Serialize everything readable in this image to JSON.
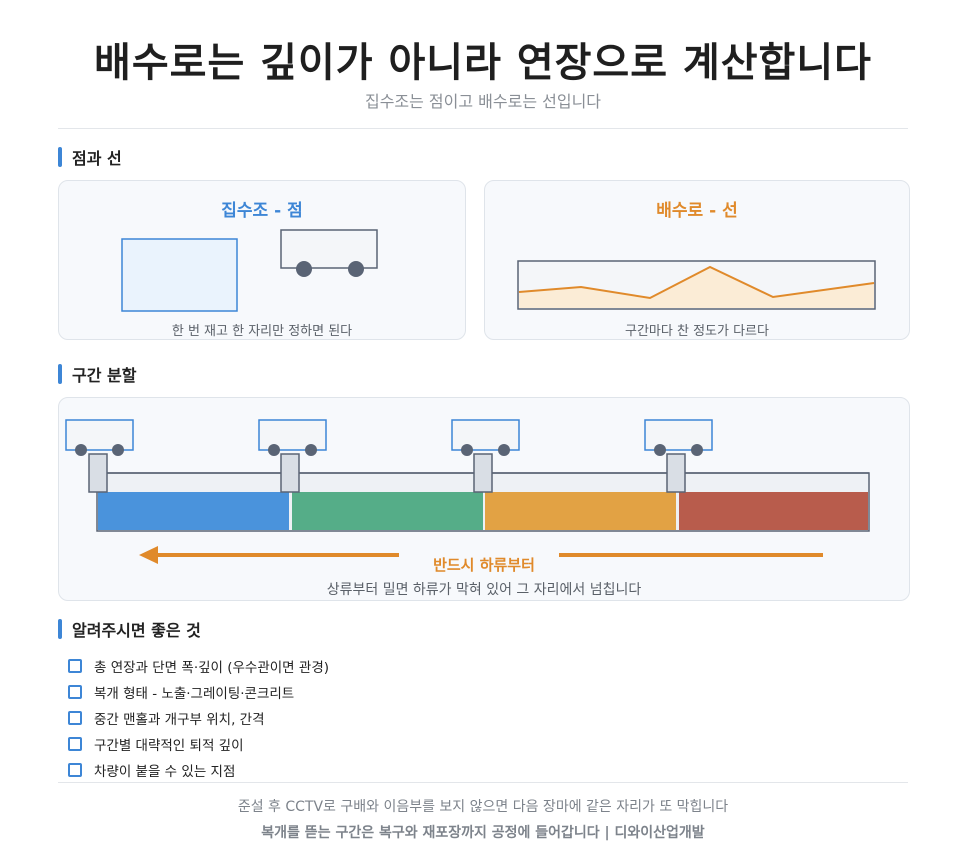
{
  "header": {
    "title": "배수로는 깊이가 아니라 연장으로 계산합니다",
    "subtitle": "집수조는 점이고 배수로는 선입니다"
  },
  "section_point_line": {
    "heading": "점과 선",
    "left_card": {
      "title": "집수조 - 점",
      "caption": "한 번 재고 한 자리만 정하면 된다",
      "title_color": "#3d86d6"
    },
    "right_card": {
      "title": "배수로 - 선",
      "caption": "구간마다 찬 정도가 다르다",
      "title_color": "#e08a2b"
    }
  },
  "section_segments": {
    "heading": "구간 분할",
    "segment_colors": [
      "#4a93dc",
      "#55ad88",
      "#e2a244",
      "#b85c4c"
    ],
    "arrow_label": "반드시 하류부터",
    "arrow_color": "#e08a2b",
    "caption": "상류부터 밀면 하류가 막혀 있어 그 자리에서 넘칩니다"
  },
  "section_checklist": {
    "heading": "알려주시면 좋은 것",
    "items": [
      "총 연장과 단면 폭·깊이 (우수관이면 관경)",
      "복개 형태 - 노출·그레이팅·콘크리트",
      "중간 맨홀과 개구부 위치, 간격",
      "구간별 대략적인 퇴적 깊이",
      "차량이 붙을 수 있는 지점"
    ]
  },
  "footer": {
    "line1": "준설 후 CCTV로 구배와 이음부를 보지 않으면 다음 장마에 같은 자리가 또 막힙니다",
    "line2": "복개를 뜯는 구간은 복구와 재포장까지 공정에 들어갑니다 | 디와이산업개발"
  }
}
